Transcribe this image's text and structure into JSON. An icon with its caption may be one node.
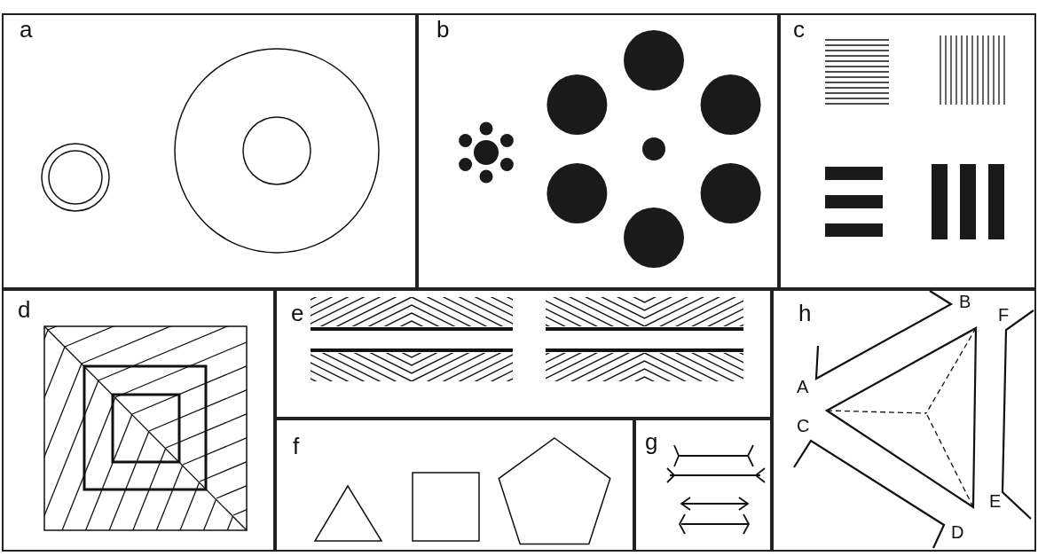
{
  "diagram": {
    "labels": [
      "a",
      "b",
      "c",
      "d",
      "e",
      "f",
      "g",
      "h",
      "B",
      "F",
      "A",
      "C",
      "E",
      "D"
    ]
  }
}
